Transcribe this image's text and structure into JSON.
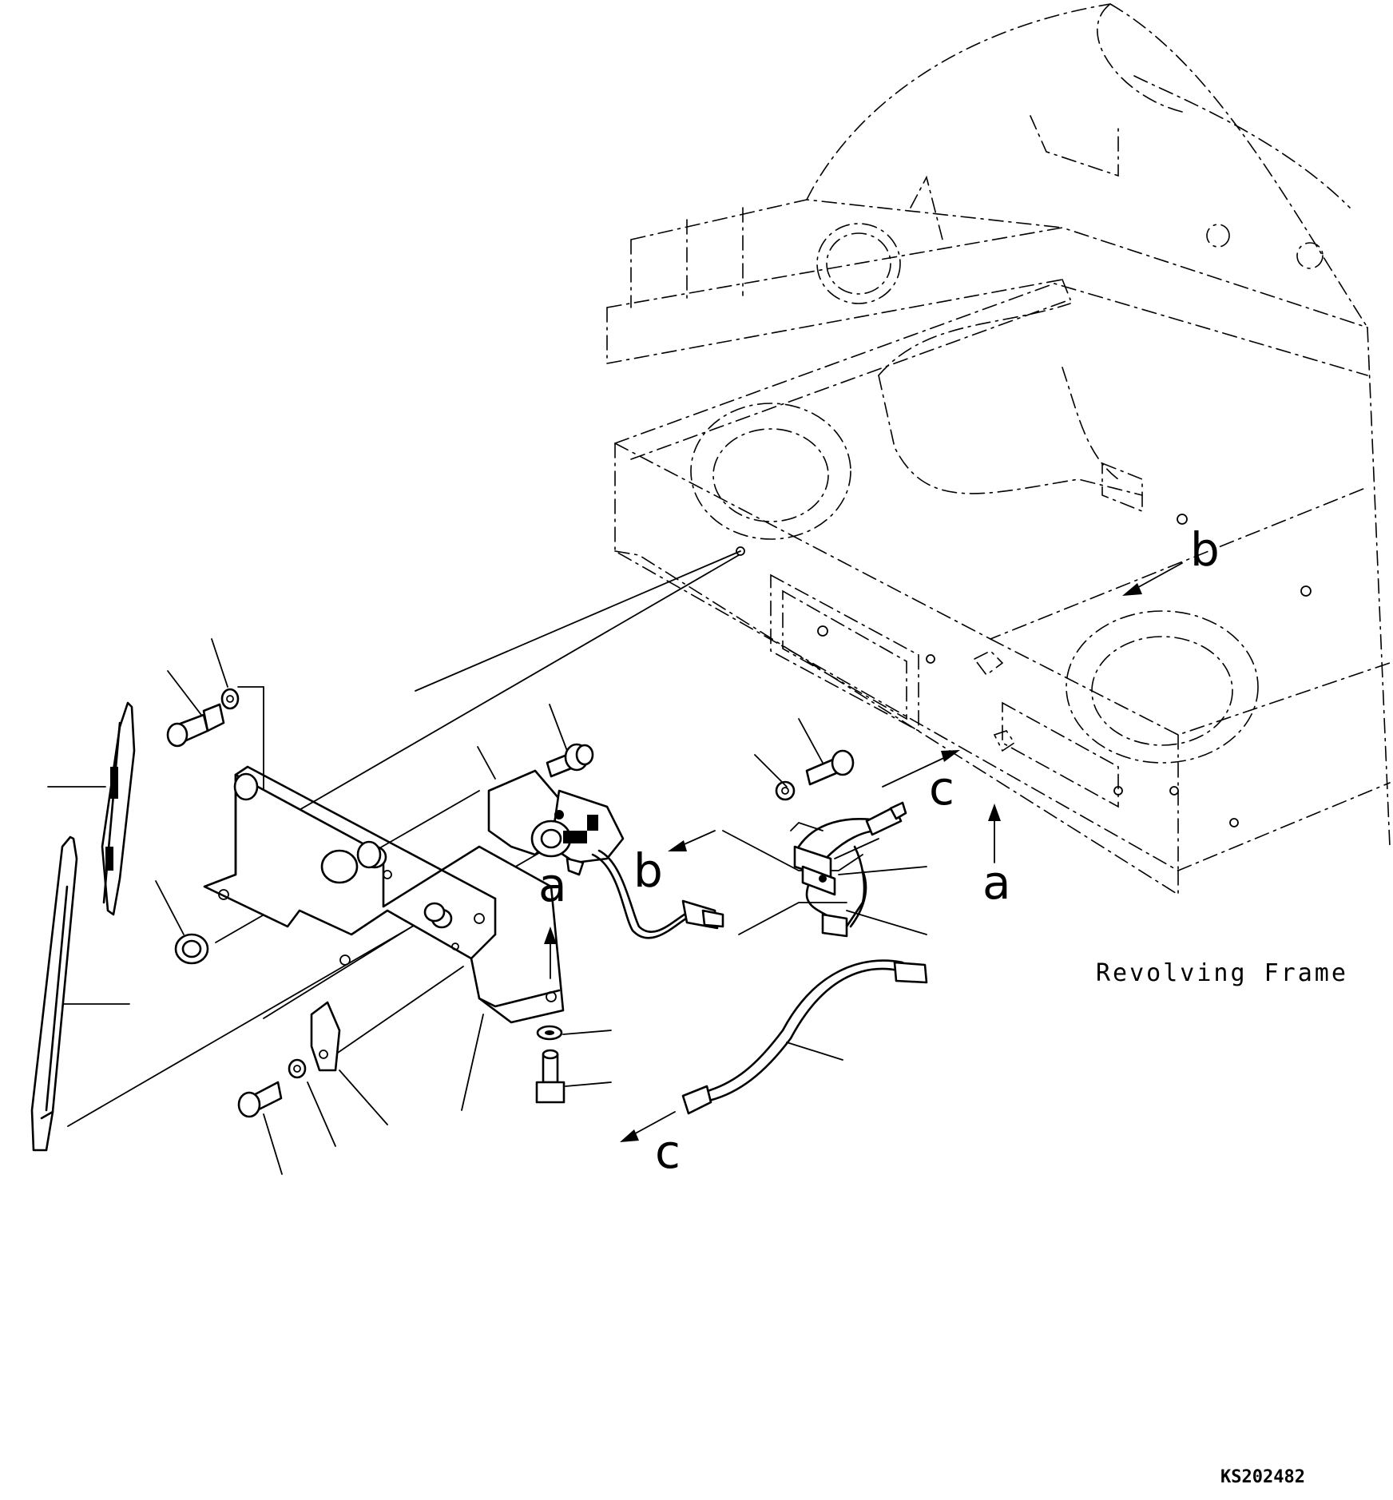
{
  "frame_label": "Revolving Frame",
  "drawing_code": "KS202482",
  "connection_refs": {
    "a_motor": "a",
    "a_frame": "a",
    "b_motor": "b",
    "b_frame": "b",
    "c_harness": "c",
    "c_frame": "c"
  }
}
